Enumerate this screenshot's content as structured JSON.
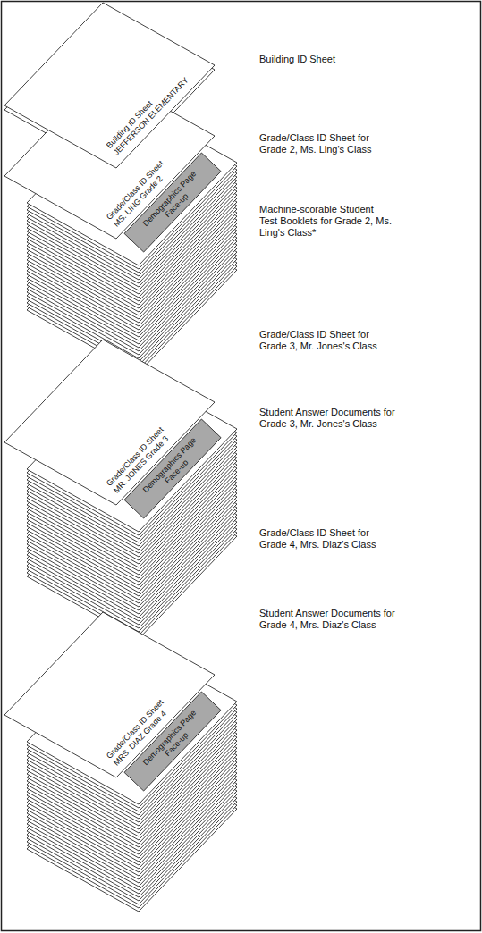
{
  "diagram": {
    "nodes": [
      {
        "text": [
          "Building ID Sheet",
          "JEFFERSON ELEMENTARY"
        ]
      },
      {
        "text": [
          "Grade/Class ID Sheet",
          "MS. LING Grade 2"
        ]
      },
      {
        "text": [
          "Demographics Page Face-up"
        ]
      },
      {
        "text": [
          "Grade/Class ID Sheet",
          "MR. JONES Grade 3"
        ]
      },
      {
        "text": [
          "Demographics Page Face-up"
        ]
      },
      {
        "text": [
          "Grade/Class ID Sheet",
          "MRS. DIAZ Grade 4"
        ]
      },
      {
        "text": [
          "Demographics Page Face-up"
        ]
      }
    ],
    "labels": [
      "Building ID Sheet",
      "Grade/Class ID Sheet for Grade 2, Ms. Ling's Class",
      "Machine-scorable Student Test Booklets for Grade 2, Ms. Ling's Class*",
      "Grade/Class ID Sheet for Grade 3, Mr. Jones's Class",
      "Student Answer Documents for Grade 3, Mr. Jones's Class",
      "Grade/Class ID Sheet for Grade 4, Mrs. Diaz's Class",
      "Student Answer Documents for Grade 4, Mrs. Diaz's Class"
    ]
  }
}
